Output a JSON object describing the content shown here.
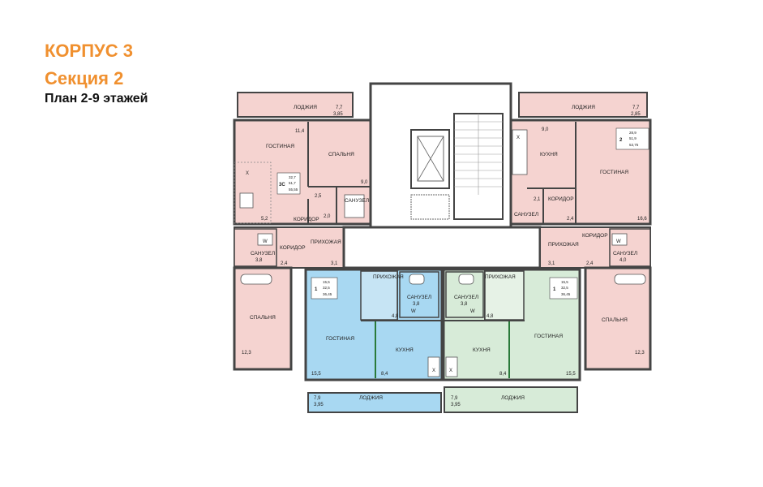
{
  "header": {
    "building": "КОРПУС 3",
    "section": "Секция 2",
    "plan": "План 2-9 этажей"
  },
  "colors": {
    "accent": "#f0902f",
    "apt_3c": "#f5d3d0",
    "apt_2": "#f5d3d0",
    "apt_1_left": "#a8d8f2",
    "apt_1_right": "#d7ebd8",
    "common": "#ffffff",
    "wall": "#444444"
  },
  "apartments": {
    "a3c": {
      "type": "3С",
      "living": "32,7",
      "total": "51,7",
      "total_loggia": "55,55",
      "loggia_label": "ЛОДЖИЯ",
      "loggia_area": "7,7",
      "loggia_coef": "3,85",
      "rooms": {
        "living": "ГОСТИНАЯ",
        "living_area": "11,4",
        "bedroom": "СПАЛЬНЯ",
        "bedroom_area": "9,0",
        "kitchen_area": "5,2",
        "bath": "САНУЗЕЛ",
        "bath_area": "2,0",
        "corridor_area": "2,5",
        "corridor": "КОРИДОР",
        "hall": "ПРИХОЖАЯ",
        "hall_area": "3,1",
        "corridor2": "КОРИДОР",
        "corridor2_area": "2,4",
        "bath2": "САНУЗЕЛ",
        "bath2_area": "3,8",
        "bedroom2": "СПАЛЬНЯ",
        "bedroom2_area": "12,3"
      }
    },
    "a2": {
      "type": "2",
      "living": "28,9",
      "total": "51,9",
      "total_loggia": "53,75",
      "loggia_label": "ЛОДЖИЯ",
      "loggia_area": "7,7",
      "loggia_coef": "2,85",
      "rooms": {
        "kitchen": "КУХНЯ",
        "kitchen_area": "9,0",
        "living": "ГОСТИНАЯ",
        "living_area": "16,6",
        "corridor": "КОРИДОР",
        "corridor_area": "2,1",
        "bath": "САНУЗЕЛ",
        "bath_area": "2,4",
        "hall": "ПРИХОЖАЯ",
        "hall_area": "3,1",
        "corridor2": "КОРИДОР",
        "corridor2_area": "2,4",
        "bath2": "САНУЗЕЛ",
        "bath2_area": "4,0",
        "bedroom": "СПАЛЬНЯ",
        "bedroom_area": "12,3"
      }
    },
    "a1_left": {
      "type": "1",
      "living": "15,5",
      "total": "32,5",
      "total_loggia": "36,45",
      "loggia_label": "ЛОДЖИЯ",
      "loggia_area": "7,9",
      "loggia_coef": "3,95",
      "rooms": {
        "hall": "ПРИХОЖАЯ",
        "hall_area": "4,8",
        "bath": "САНУЗЕЛ",
        "bath_area": "3,8",
        "living": "ГОСТИНАЯ",
        "living_area": "15,5",
        "kitchen": "КУХНЯ",
        "kitchen_area": "8,4"
      }
    },
    "a1_right": {
      "type": "1",
      "living": "15,5",
      "total": "32,5",
      "total_loggia": "36,45",
      "loggia_label": "ЛОДЖИЯ",
      "loggia_area": "7,9",
      "loggia_coef": "3,95",
      "rooms": {
        "hall": "ПРИХОЖАЯ",
        "hall_area": "4,8",
        "bath": "САНУЗЕЛ",
        "bath_area": "3,8",
        "living": "ГОСТИНАЯ",
        "living_area": "15,5",
        "kitchen": "КУХНЯ",
        "kitchen_area": "8,4"
      }
    }
  },
  "fixtures": {
    "washer": "W",
    "cross": "X"
  }
}
